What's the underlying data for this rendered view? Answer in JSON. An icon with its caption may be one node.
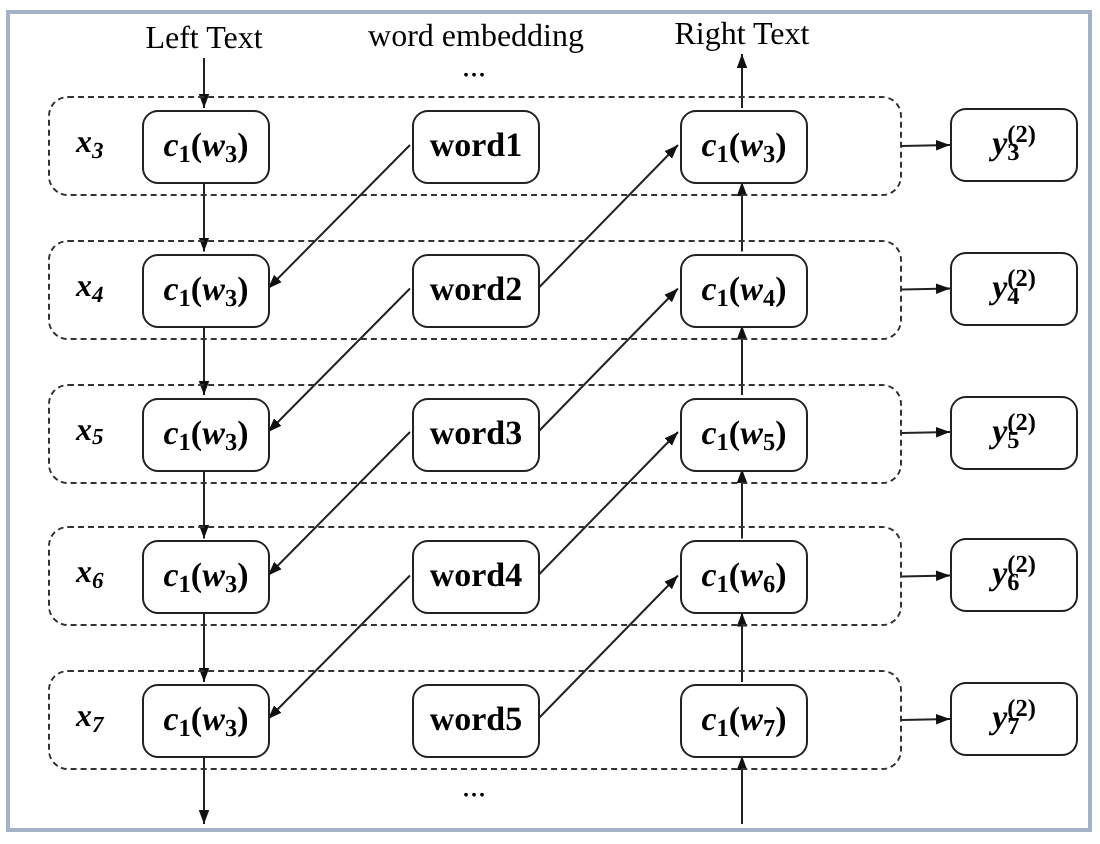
{
  "diagram": {
    "nodes": [
      {
        "text": [
          "Left Text"
        ]
      },
      {
        "text": [
          "Right Text"
        ]
      },
      {
        "text": [
          "x$_{3}$"
        ]
      },
      {
        "text": [
          "*c*$_{1}$(*w*$_{3}$)"
        ],
        "in": 2
      },
      {
        "text": [
          "word1"
        ],
        "in": 2
      },
      {
        "text": [
          "*c*$_{1}$(*w*$_{3}$)"
        ],
        "in": 2
      },
      {
        "text": [
          "*y*$_{3}$$^{(2)}$"
        ]
      },
      {
        "text": [
          "x$_{4}$"
        ]
      },
      {
        "text": [
          "*c*$_{1}$(*w*$_{3}$)"
        ],
        "in": 7
      },
      {
        "text": [
          "word2"
        ],
        "in": 7
      },
      {
        "text": [
          "*c*$_{1}$(*w*$_{4}$)"
        ],
        "in": 7
      },
      {
        "text": [
          "*y*$_{4}$$^{(2)}$"
        ]
      },
      {
        "text": [
          "x$_{5}$"
        ]
      },
      {
        "text": [
          "*c*$_{1}$(*w*$_{3}$)"
        ],
        "in": 12
      },
      {
        "text": [
          "word3"
        ],
        "in": 12
      },
      {
        "text": [
          "*c*$_{1}$(*w*$_{5}$)"
        ],
        "in": 12
      },
      {
        "text": [
          "*y*$_{5}$$^{(2)}$"
        ]
      },
      {
        "text": [
          "x$_{6}$"
        ]
      },
      {
        "text": [
          "*c*$_{1}$(*w*$_{3}$)"
        ],
        "in": 17
      },
      {
        "text": [
          "word4"
        ],
        "in": 17
      },
      {
        "text": [
          "*c*$_{1}$(*w*$_{6}$)"
        ],
        "in": 17
      },
      {
        "text": [
          "*y*$_{6}$$^{(2)}$"
        ]
      },
      {
        "text": [
          "x$_{7}$"
        ]
      },
      {
        "text": [
          "*c*$_{1}$(*w*$_{3}$)"
        ],
        "in": 22
      },
      {
        "text": [
          "word5"
        ],
        "in": 22
      },
      {
        "text": [
          "*c*$_{1}$(*w*$_{7}$)"
        ],
        "in": 22
      },
      {
        "text": [
          "*y*$_{7}$$^{(2)}$"
        ]
      }
    ],
    "edges": [
      {
        "from": 0,
        "to": 3,
        "arrow": "to"
      },
      {
        "from": 3,
        "to": 8,
        "arrow": "to"
      },
      {
        "from": 8,
        "to": 13,
        "arrow": "to"
      },
      {
        "from": 13,
        "to": 18,
        "arrow": "to"
      },
      {
        "from": 18,
        "to": 23,
        "arrow": "to"
      },
      {
        "from": 23,
        "to": null,
        "arrow": "to"
      },
      {
        "from": null,
        "to": 25,
        "arrow": "to"
      },
      {
        "from": 25,
        "to": 20,
        "arrow": "to"
      },
      {
        "from": 20,
        "to": 15,
        "arrow": "to"
      },
      {
        "from": 15,
        "to": 10,
        "arrow": "to"
      },
      {
        "from": 10,
        "to": 5,
        "arrow": "to"
      },
      {
        "from": 5,
        "to": 1,
        "arrow": "to"
      },
      {
        "from": 4,
        "to": 8,
        "arrow": "to"
      },
      {
        "from": 9,
        "to": 13,
        "arrow": "to"
      },
      {
        "from": 14,
        "to": 18,
        "arrow": "to"
      },
      {
        "from": 19,
        "to": 23,
        "arrow": "to"
      },
      {
        "from": 9,
        "to": 5,
        "arrow": "to"
      },
      {
        "from": 14,
        "to": 10,
        "arrow": "to"
      },
      {
        "from": 19,
        "to": 15,
        "arrow": "to"
      },
      {
        "from": 24,
        "to": 20,
        "arrow": "to"
      },
      {
        "from": 2,
        "to": 6,
        "arrow": "to"
      },
      {
        "from": 7,
        "to": 11,
        "arrow": "to"
      },
      {
        "from": 12,
        "to": 16,
        "arrow": "to"
      },
      {
        "from": 17,
        "to": 21,
        "arrow": "to"
      },
      {
        "from": 22,
        "to": 26,
        "arrow": "to"
      }
    ],
    "labels": [
      "word embedding",
      "...",
      "..."
    ]
  }
}
